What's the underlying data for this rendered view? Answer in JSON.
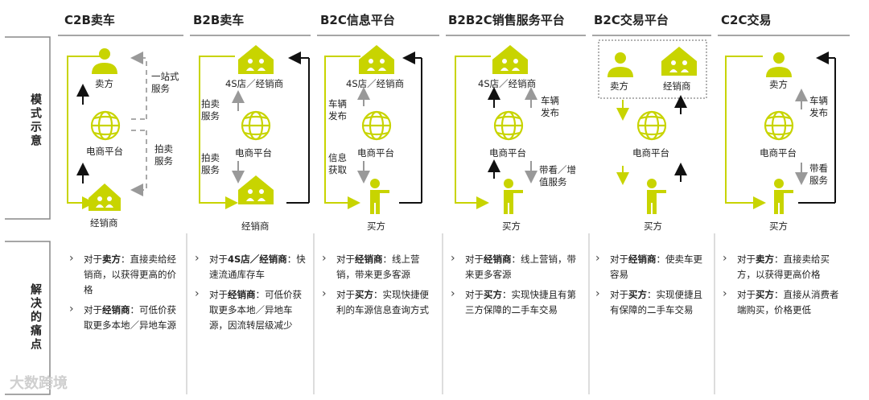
{
  "row_labels": {
    "mode": "模式示意",
    "pain": "解决的痛点"
  },
  "columns": [
    {
      "title": "C2B卖车",
      "nodes": {
        "seller": "卖方",
        "platform": "电商平台",
        "dealer": "经销商"
      },
      "flows": {
        "one_stop": "一站式服务",
        "auction": "拍卖服务"
      },
      "points": [
        {
          "who": "卖方",
          "text": "直接卖给经销商，以获得更高的价格"
        },
        {
          "who": "经销商",
          "text": "可低价获取更多本地／异地车源"
        }
      ]
    },
    {
      "title": "B2B卖车",
      "nodes": {
        "store": "4S店／经销商",
        "platform": "电商平台",
        "dealer": "经销商"
      },
      "flows": {
        "auction1": "拍卖服务",
        "auction2": "拍卖服务"
      },
      "points": [
        {
          "who": "4S店／经销商",
          "text": "快速流通库存车"
        },
        {
          "who": "经销商",
          "text": "可低价获取更多本地／异地车源，因流转层级减少"
        }
      ]
    },
    {
      "title": "B2C信息平台",
      "nodes": {
        "store": "4S店／经销商",
        "platform": "电商平台",
        "buyer": "买方"
      },
      "flows": {
        "publish": "车辆发布",
        "info": "信息获取"
      },
      "points": [
        {
          "who": "经销商",
          "text": "线上营销，带来更多客源"
        },
        {
          "who": "买方",
          "text": "实现快捷便利的车源信息查询方式"
        }
      ]
    },
    {
      "title": "B2B2C销售服务平台",
      "nodes": {
        "store": "4S店／经销商",
        "platform": "电商平台",
        "buyer": "买方"
      },
      "flows": {
        "publish": "车辆发布",
        "service": "带看／增值服务"
      },
      "points": [
        {
          "who": "经销商",
          "text": "线上营销，带来更多客源"
        },
        {
          "who": "买方",
          "text": "实现快捷且有第三方保障的二手车交易"
        }
      ]
    },
    {
      "title": "B2C交易平台",
      "nodes": {
        "seller": "卖方",
        "dealer": "经销商",
        "platform": "电商平台",
        "buyer": "买方"
      },
      "flows": {},
      "points": [
        {
          "who": "经销商",
          "text": "使卖车更容易"
        },
        {
          "who": "买方",
          "text": "实现便捷且有保障的二手车交易"
        }
      ]
    },
    {
      "title": "C2C交易",
      "nodes": {
        "seller": "卖方",
        "platform": "电商平台",
        "buyer": "买方"
      },
      "flows": {
        "publish": "车辆发布",
        "view": "带看服务"
      },
      "points": [
        {
          "who": "卖方",
          "text": "直接卖给买方，以获得更高价格"
        },
        {
          "who": "买方",
          "text": "直接从消费者端购买，价格更低"
        }
      ]
    }
  ],
  "watermark": "大数跨境",
  "colors": {
    "accent": "#c8d400",
    "line": "#999999",
    "dark": "#111111",
    "dashed": "#aaaaaa"
  }
}
